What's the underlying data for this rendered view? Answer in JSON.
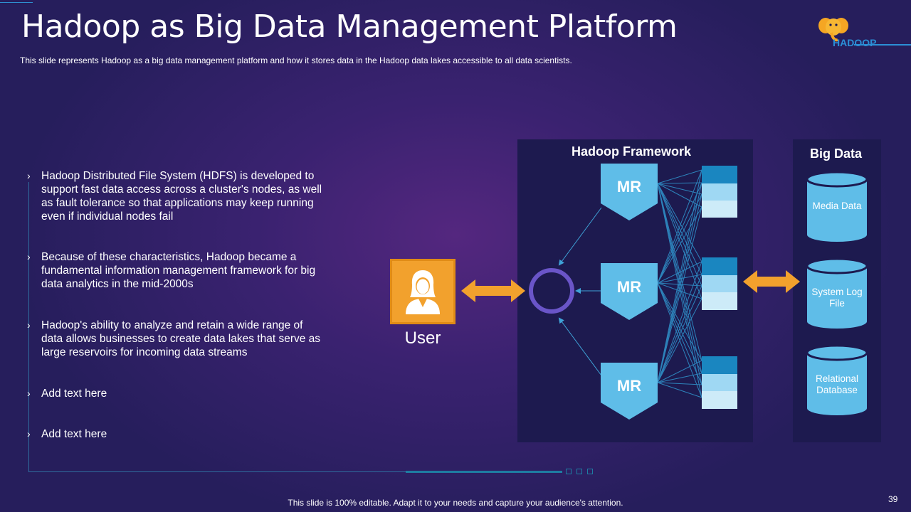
{
  "header": {
    "title": "Hadoop as Big Data Management Platform",
    "subtitle": "This slide represents Hadoop as a big data management platform and how it stores data in the Hadoop data lakes accessible to all data scientists."
  },
  "logo": {
    "text": "HADOOP",
    "icon": "elephant-icon"
  },
  "bullets": [
    {
      "text": "Hadoop Distributed File System (HDFS) is developed to support fast data access across a cluster's nodes, as well as fault tolerance so that applications may keep running even if individual nodes fail"
    },
    {
      "text": "Because of these characteristics, Hadoop became a fundamental information management framework for big data analytics in the mid-2000s"
    },
    {
      "text": "Hadoop's ability to analyze and retain a wide range of data allows businesses to create data lakes that serve as large reservoirs for incoming data streams"
    },
    {
      "text": "Add text here"
    },
    {
      "text": "Add text here"
    }
  ],
  "bullet_marker": "›",
  "diagram": {
    "user_label": "User",
    "user_icon": "businesswoman-icon",
    "framework_title": "Hadoop Framework",
    "mr_nodes": [
      "MR",
      "MR",
      "MR"
    ],
    "bigdata_title": "Big Data",
    "stores": [
      "Media Data",
      "System Log File",
      "Relational Database"
    ]
  },
  "colors": {
    "accent_orange": "#f2a12d",
    "node_blue": "#5fbde8",
    "panel_bg": "#1d1a4f",
    "ring_purple": "#6a55c8",
    "block_dark": "#1a86c0",
    "block_mid": "#9fd8f3",
    "block_light": "#cdebf8"
  },
  "footer": {
    "note": "This slide is 100% editable. Adapt it to your needs and capture your audience's attention.",
    "page_number": "39"
  }
}
